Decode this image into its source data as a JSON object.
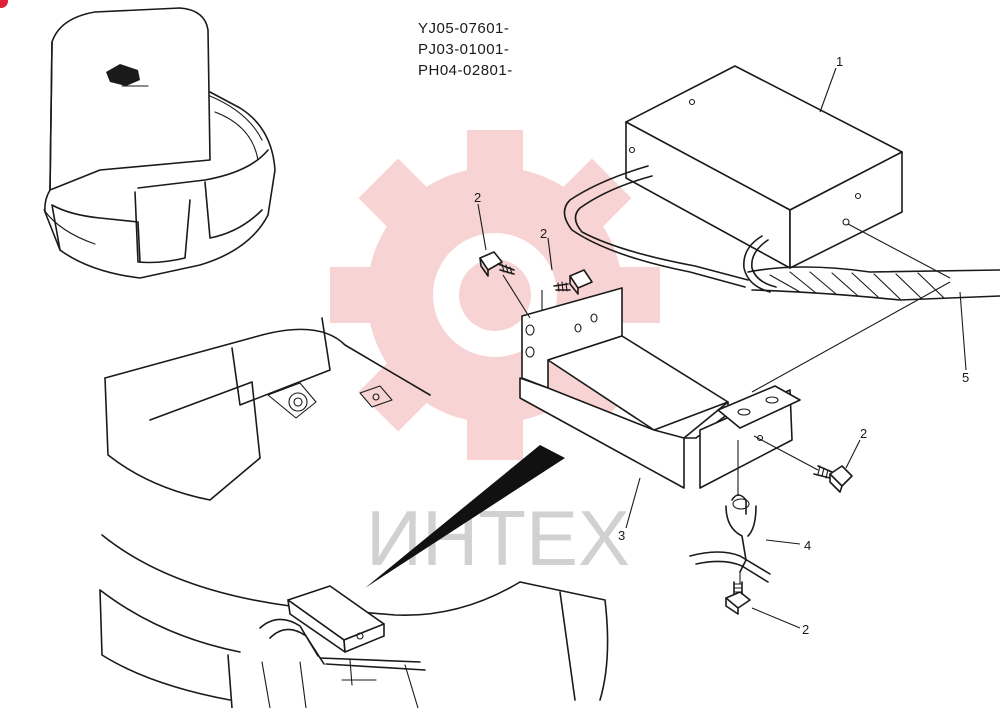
{
  "serials": [
    "YJ05-07601-",
    "PJ03-01001-",
    "PH04-02801-"
  ],
  "callouts": [
    "1",
    "2",
    "2",
    "2",
    "2",
    "3",
    "4",
    "5"
  ],
  "watermark": {
    "text": "ИНТЕХ",
    "color": "#e23b3b"
  },
  "accent": "#e0203a"
}
